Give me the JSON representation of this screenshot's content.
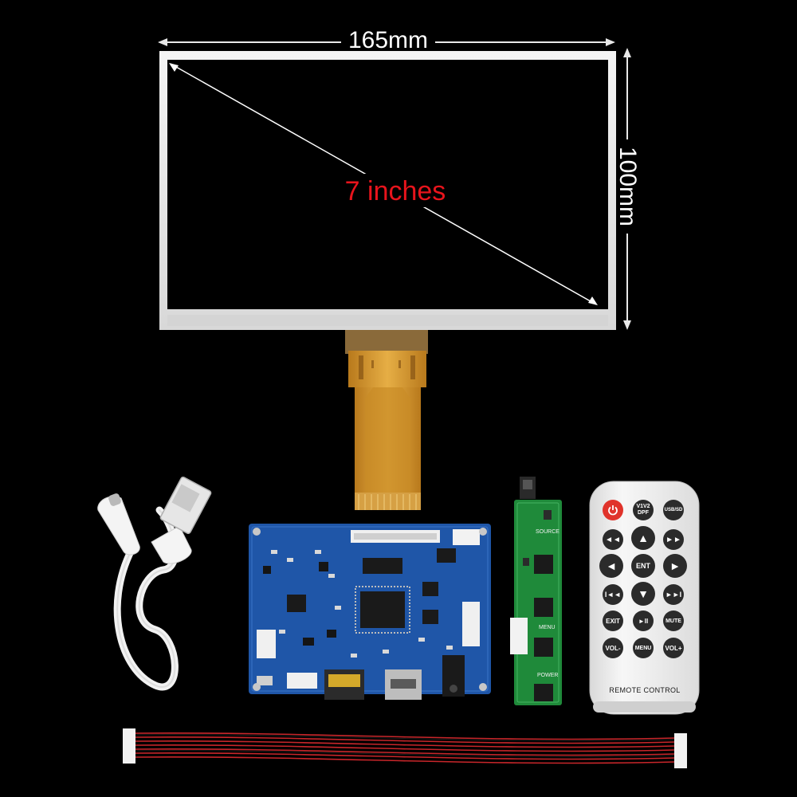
{
  "dimensions": {
    "width_label": "165mm",
    "height_label": "100mm",
    "diagonal_label": "7 inches"
  },
  "colors": {
    "background": "#000000",
    "bezel": "#e4e4e4",
    "screen": "#000000",
    "diagonal_text": "#e8141c",
    "pcb": "#1f56a8",
    "keypad_pcb": "#1f8a3a",
    "fpc_cable": "#d99a2b",
    "remote_body": "#efefef",
    "remote_buttons": "#2b2b2b",
    "power_button": "#e0332b",
    "ribbon_wire": "#c8262a"
  },
  "remote": {
    "power_icon": "power-icon",
    "v1v2_top": "V1V2",
    "v1v2_bottom": "DPF",
    "usb_sd": "USB/SD",
    "rewind_icon": "rewind-icon",
    "up_icon": "arrow-up-icon",
    "fast_forward_icon": "fast-forward-icon",
    "left_icon": "arrow-left-icon",
    "ent": "ENT",
    "right_icon": "arrow-right-icon",
    "prev_icon": "skip-previous-icon",
    "down_icon": "arrow-down-icon",
    "next_icon": "skip-next-icon",
    "exit": "EXIT",
    "play_pause": "►II",
    "mute": "MUTE",
    "vol_minus": "VOL-",
    "menu": "MENU",
    "vol_plus": "VOL+",
    "brand_label": "REMOTE CONTROL"
  },
  "keypad": {
    "source": "SOURCE",
    "menu": "MENU",
    "power": "POWER"
  }
}
